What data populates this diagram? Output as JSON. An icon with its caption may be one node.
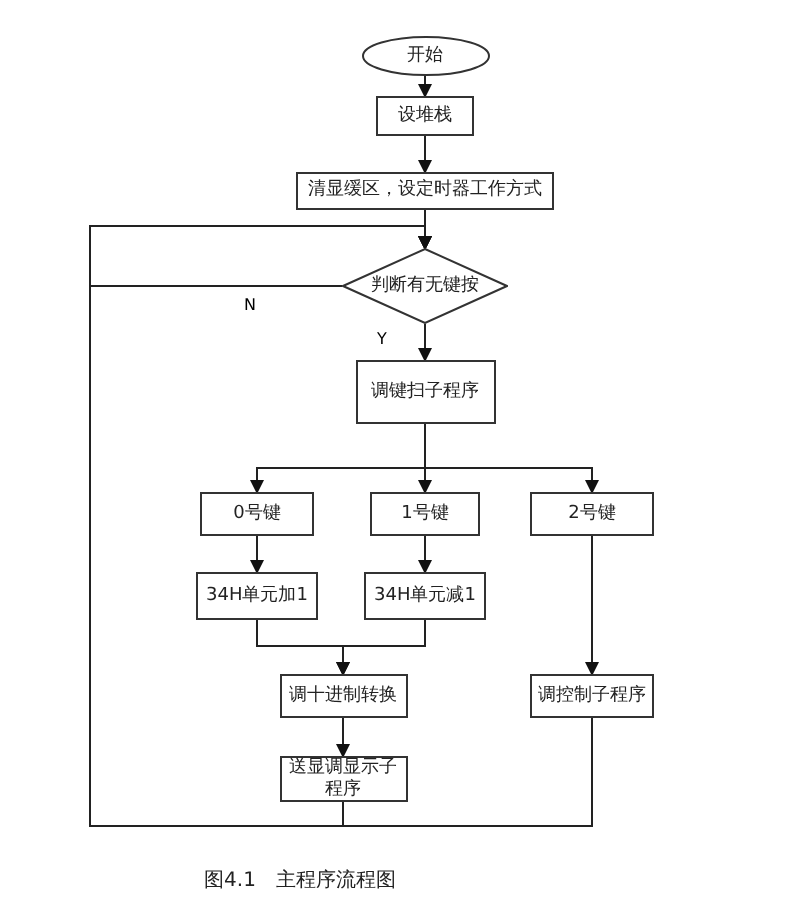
{
  "diagram": {
    "caption": "图4.1　主程序流程图",
    "nodes": [
      {
        "text": [
          "开始"
        ]
      },
      {
        "text": [
          "设堆栈"
        ]
      },
      {
        "text": [
          "清显缓区，设定时器工作方式"
        ]
      },
      {
        "text": [
          "判断有无键按"
        ]
      },
      {
        "text": [
          "调键扫子程序"
        ]
      },
      {
        "text": [
          "0号键"
        ]
      },
      {
        "text": [
          "1号键"
        ]
      },
      {
        "text": [
          "2号键"
        ]
      },
      {
        "text": [
          "34H单元加1"
        ]
      },
      {
        "text": [
          "34H单元减1"
        ]
      },
      {
        "text": [
          "调十进制转换"
        ]
      },
      {
        "text": [
          "调控制子程序"
        ]
      },
      {
        "text": [
          "送显调显示子程序"
        ]
      }
    ],
    "edges": [
      {
        "from": 0,
        "to": 1,
        "arrow": "to"
      },
      {
        "from": 1,
        "to": 2,
        "arrow": "to"
      },
      {
        "from": 2,
        "to": 3,
        "arrow": "to"
      },
      {
        "from": 3,
        "to": 4,
        "arrow": "to",
        "label": "Y"
      },
      {
        "from": 3,
        "to": 3,
        "arrow": "to",
        "label": "N"
      },
      {
        "from": 4,
        "to": 5,
        "arrow": "to"
      },
      {
        "from": 4,
        "to": 6,
        "arrow": "to"
      },
      {
        "from": 4,
        "to": 7,
        "arrow": "to"
      },
      {
        "from": 5,
        "to": 8,
        "arrow": "to"
      },
      {
        "from": 6,
        "to": 9,
        "arrow": "to"
      },
      {
        "from": 7,
        "to": 11,
        "arrow": "to"
      },
      {
        "from": 8,
        "to": 10,
        "arrow": "to"
      },
      {
        "from": 9,
        "to": 10,
        "arrow": "to"
      },
      {
        "from": 10,
        "to": 12,
        "arrow": "to"
      },
      {
        "from": 12,
        "to": 3,
        "arrow": "to"
      },
      {
        "from": 11,
        "to": 3,
        "arrow": "to"
      }
    ]
  }
}
